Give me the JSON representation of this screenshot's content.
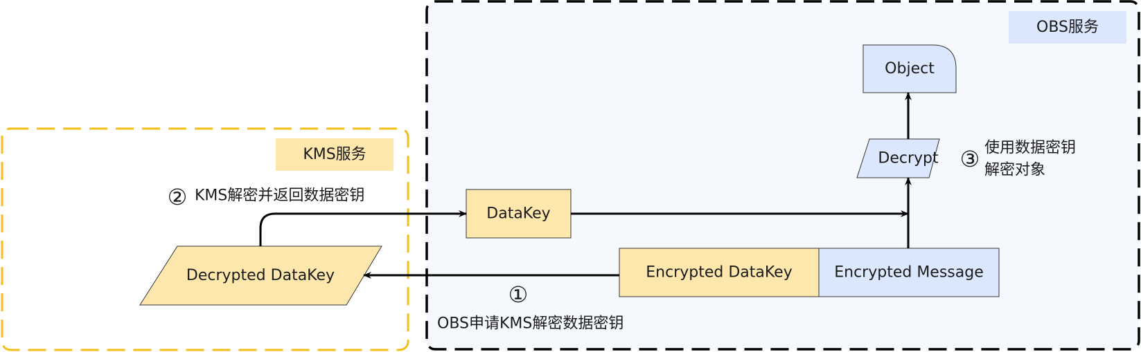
{
  "colors": {
    "kms_border": "#f5bd16",
    "obs_border": "#000000",
    "obs_bg": "#f5f8fd",
    "yellow_fill": "#fde7ad",
    "blue_fill": "#dae7fc",
    "label_bg_kms": "#fde7ad",
    "label_bg_obs": "#dae7fc"
  },
  "regions": {
    "kms_label": "KMS服务",
    "obs_label": "OBS服务"
  },
  "nodes": {
    "object": "Object",
    "decrypt": "Decrypt",
    "datakey": "DataKey",
    "decrypted_datakey": "Decrypted DataKey",
    "encrypted_datakey": "Encrypted DataKey",
    "encrypted_message": "Encrypted Message"
  },
  "steps": {
    "step1": {
      "number": "①",
      "text": "OBS申请KMS解密数据密钥"
    },
    "step2": {
      "number": "②",
      "text": "KMS解密并返回数据密钥"
    },
    "step3": {
      "number": "③",
      "line1": "使用数据密钥",
      "line2": "解密对象"
    }
  }
}
